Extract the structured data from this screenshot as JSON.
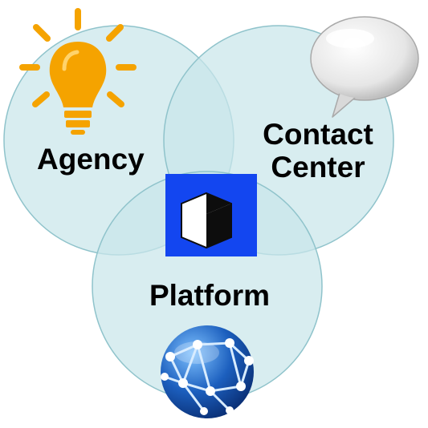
{
  "diagram": {
    "type": "three-circle-venn",
    "circles": [
      {
        "label": "Agency",
        "icon": "lightbulb-icon"
      },
      {
        "label_lines": [
          "Contact",
          "Center"
        ],
        "icon": "speech-bubble-icon"
      },
      {
        "label": "Platform",
        "icon": "globe-network-icon"
      }
    ],
    "center_icon": "cube-logo-icon",
    "colors": {
      "circle_fill": "#c9e6ea",
      "circle_stroke": "#8fc3cb",
      "overlap_fill": "#8ec3c9",
      "center_square": "#1346f0",
      "lightbulb": "#f5a300",
      "globe": "#1c5fbe"
    }
  }
}
